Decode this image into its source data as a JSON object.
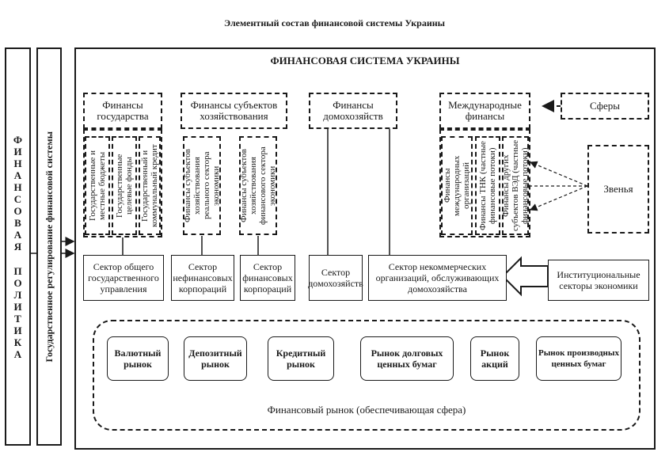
{
  "title": "Элементный состав финансовой системы Украины",
  "left_panel": {
    "politics": "ФИНАНСОВАЯ ПОЛИТИКА",
    "regulation": "Государственное регулирование финансовой системы"
  },
  "main": {
    "heading": "ФИНАНСОВАЯ СИСТЕМА УКРАИНЫ",
    "spheres": [
      {
        "id": "gov",
        "label": "Финансы государства"
      },
      {
        "id": "biz",
        "label": "Финансы субъектов хозяйствования"
      },
      {
        "id": "house",
        "label": "Финансы домохозяйств"
      },
      {
        "id": "intl",
        "label": "Международные финансы"
      }
    ],
    "legend_spheres": "Сферы",
    "legend_links": "Звенья",
    "legend_sectors": "Институциональные секторы экономики",
    "links": {
      "gov": [
        "Государственные и местные бюджеты",
        "Государственные целевые фонды",
        "Государственный и коммунальный кредит"
      ],
      "biz": [
        "Финансы субъектов хозяйствования реального сектора экономики",
        "Финансы субъектов хозяйствования финансового сектора экономики"
      ],
      "intl": [
        "Финансы международных организаций",
        "Финансы ТНК (частные финансовые потоки)",
        "Финансы других субъектов ВЭД (частные финансовые потоки)"
      ]
    },
    "sectors": [
      "Сектор общего государственного управления",
      "Сектор нефинансовых корпораций",
      "Сектор финансовых корпораций",
      "Сектор домохозяйств",
      "Сектор некоммерческих организаций, обслуживающих домохозяйства"
    ],
    "markets": [
      "Валютный рынок",
      "Депозитный рынок",
      "Кредитный рынок",
      "Рынок долговых ценных бумаг",
      "Рынок акций",
      "Рынок производных ценных бумаг"
    ],
    "financial_market": "Финансовый рынок (обеспечивающая сфера)"
  }
}
